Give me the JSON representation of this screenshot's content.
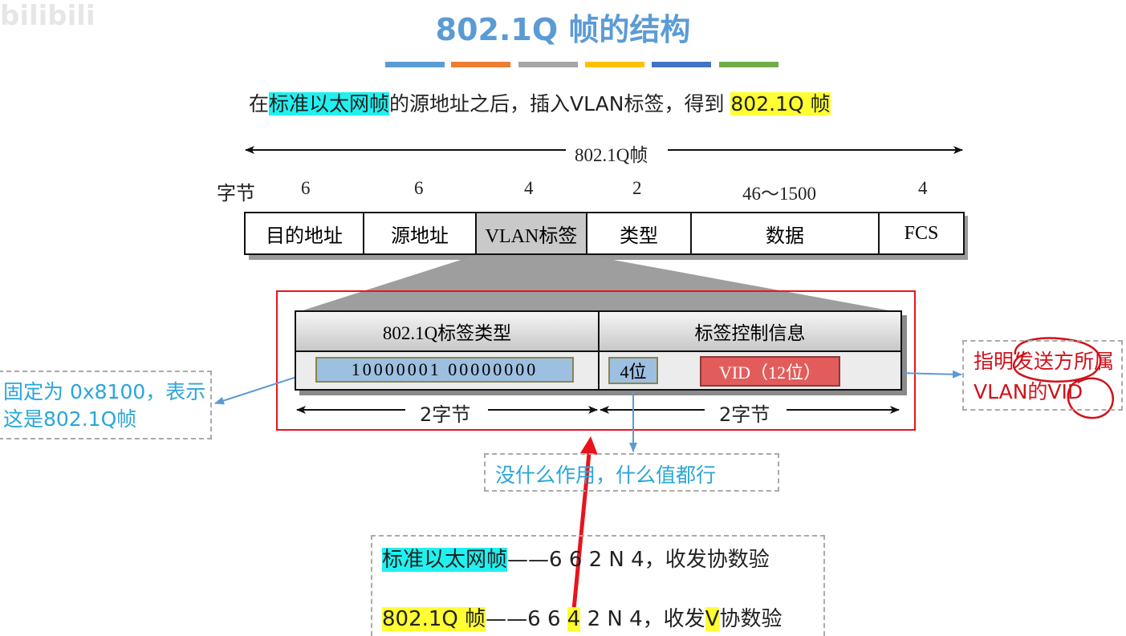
{
  "watermark": "bilibili",
  "title": "802.1Q 帧的结构",
  "color_stripes": [
    "#5b9bd5",
    "#ed7d31",
    "#a5a5a5",
    "#ffc000",
    "#4472c4",
    "#70ad47"
  ],
  "subtitle": {
    "prefix": "在",
    "hl1": "标准以太网帧",
    "middle": "的源地址之后，插入VLAN标签，得到",
    "hl2": "802.1Q 帧"
  },
  "frame": {
    "span_label": "802.1Q帧",
    "bytes_label": "字节",
    "fields": [
      {
        "name": "目的地址",
        "bytes": "6"
      },
      {
        "name": "源地址",
        "bytes": "6"
      },
      {
        "name": "VLAN标签",
        "bytes": "4"
      },
      {
        "name": "类型",
        "bytes": "2"
      },
      {
        "name": "数据",
        "bytes": "46～1500"
      },
      {
        "name": "FCS",
        "bytes": "4"
      }
    ]
  },
  "vlan_tag": {
    "tpid_header": "802.1Q标签类型",
    "tci_header": "标签控制信息",
    "tpid_value": "10000001 00000000",
    "priority_bits": "4位",
    "vid": "VID（12位）",
    "span_left": "2字节",
    "span_right": "2字节"
  },
  "notes": {
    "tpid_note": "固定为 0x8100，表示这是802.1Q帧",
    "priority_note": "没什么作用，什么值都行",
    "vid_note": "指明发送方所属VLAN的VID"
  },
  "mnemonic": {
    "line1_hl": "标准以太网帧",
    "line1_rest": "——6 6 2 N 4，收发协数验",
    "line2_hl": "802.1Q 帧",
    "line2_a": "——6 6 ",
    "line2_hl_num": "4",
    "line2_b": " 2 N 4，收发",
    "line2_hl_v": "V",
    "line2_c": "协数验"
  }
}
